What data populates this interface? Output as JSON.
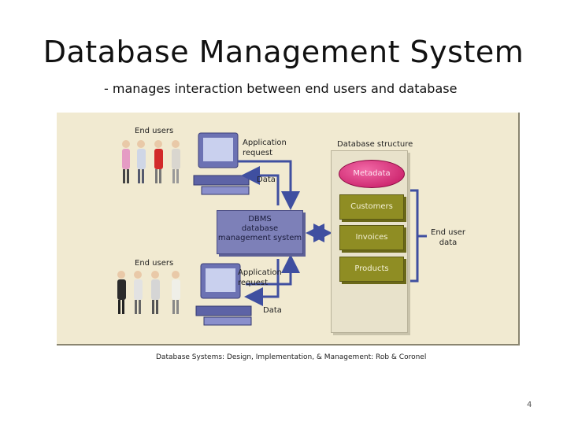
{
  "slide": {
    "title": "Database Management System",
    "subtitle": "- manages interaction between end users and database",
    "caption": "Database Systems: Design, Implementation, & Management: Rob & Coronel",
    "page_number": "4"
  },
  "diagram": {
    "end_users_top": "End users",
    "end_users_bottom": "End users",
    "app_request_top": "Application request",
    "app_request_bottom": "Application request",
    "data_top": "Data",
    "data_bottom": "Data",
    "dbms_line1": "DBMS",
    "dbms_line2": "database",
    "dbms_line3": "management system",
    "db_structure": "Database structure",
    "metadata": "Metadata",
    "customers": "Customers",
    "invoices": "Invoices",
    "products": "Products",
    "end_user_data": "End user data",
    "colors": {
      "background": "#f1ead1",
      "dbms_box": "#7d80b8",
      "table_box": "#8f8d23",
      "metadata": "#c2125e",
      "arrows": "#3f4fa0"
    }
  }
}
